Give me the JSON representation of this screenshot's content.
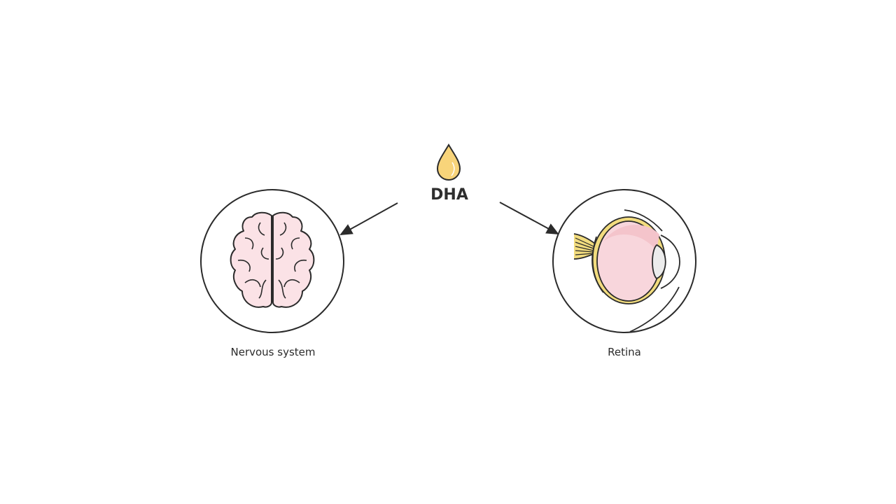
{
  "center": {
    "label": "DHA",
    "icon": "oil-drop-icon"
  },
  "targets": [
    {
      "label": "Nervous system",
      "icon": "brain-icon"
    },
    {
      "label": "Retina",
      "icon": "eye-icon"
    }
  ],
  "colors": {
    "drop": "#f8d47a",
    "pink": "#fbe2e6",
    "stroke": "#2b2b2b",
    "retina": "#f4c4cb",
    "sclera": "#f2dc7e"
  }
}
